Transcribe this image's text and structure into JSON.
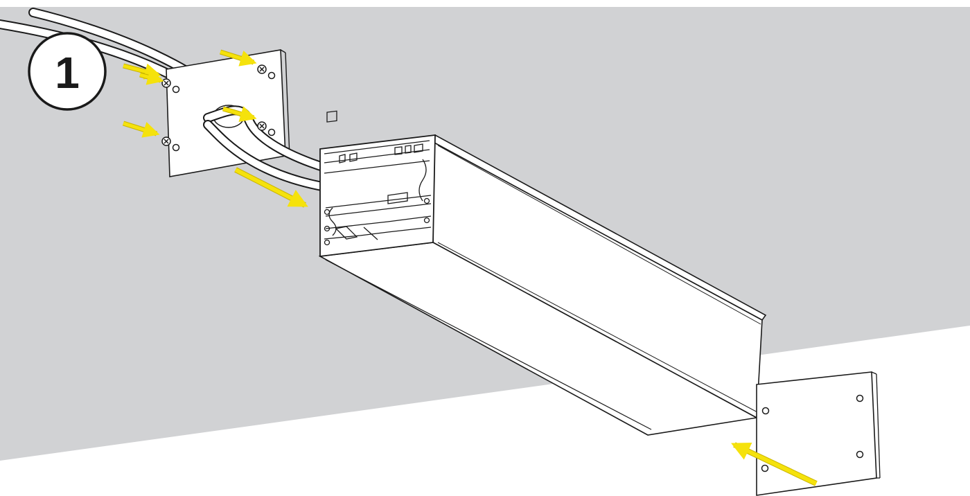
{
  "step": {
    "number": "1"
  },
  "colors": {
    "ceiling": "#d1d2d4",
    "wall": "#ffffff",
    "line": "#1a1a1a",
    "part_fill": "#ffffff",
    "arrow": "#f5e20c",
    "arrow_edge": "#c9b400"
  },
  "icons": {
    "step_badge": "numbered-circle",
    "screw": "cross-head-screw",
    "hole": "mounting-hole",
    "arrow": "yellow-direction-arrow"
  }
}
